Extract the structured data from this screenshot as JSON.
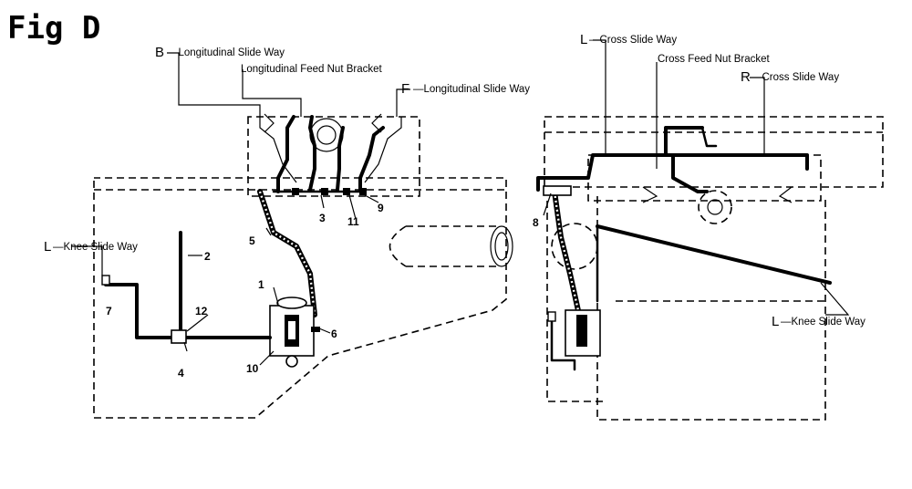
{
  "figure": {
    "title": "Fig D"
  },
  "labels": {
    "b_letter": "B",
    "b_text": "Longitudinal Slide Way",
    "long_feed_nut": "Longitudinal Feed Nut Bracket",
    "f_letter": "F",
    "f_text": "Longitudinal Slide Way",
    "l_knee_letter": "L",
    "l_knee_text": "Knee Slide Way",
    "l_cross_letter": "L",
    "l_cross_text": "Cross Slide Way",
    "cross_feed_nut": "Cross Feed Nut Bracket",
    "r_letter": "R",
    "r_text": "Cross Slide Way",
    "l_knee2_letter": "L",
    "l_knee2_text": "Knee Slide Way"
  },
  "part_numbers": {
    "n1": "1",
    "n2": "2",
    "n3": "3",
    "n4": "4",
    "n5": "5",
    "n6": "6",
    "n7": "7",
    "n8": "8",
    "n9": "9",
    "n10": "10",
    "n11": "11",
    "n12": "12"
  }
}
